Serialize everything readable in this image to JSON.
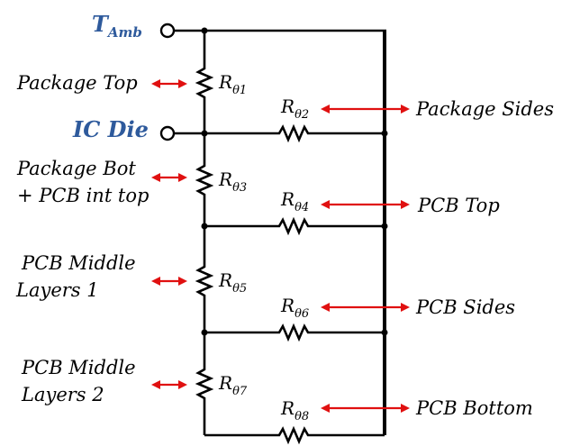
{
  "nodes": {
    "ambient": {
      "label": "T",
      "subscript": "Amb"
    },
    "ic_die": {
      "label": "IC Die"
    }
  },
  "left_labels": {
    "package_top": [
      "Package Top"
    ],
    "package_bot": [
      "Package Bot",
      "+ PCB int top"
    ],
    "pcb_middle_1": [
      "PCB Middle",
      "Layers 1"
    ],
    "pcb_middle_2": [
      "PCB Middle",
      "Layers 2"
    ]
  },
  "right_labels": {
    "package_sides": "Package Sides",
    "pcb_top": "PCB Top",
    "pcb_sides": "PCB Sides",
    "pcb_bottom": "PCB Bottom"
  },
  "resistors": {
    "r1": {
      "symbol": "R",
      "subscript": "θ1"
    },
    "r2": {
      "symbol": "R",
      "subscript": "θ2"
    },
    "r3": {
      "symbol": "R",
      "subscript": "θ3"
    },
    "r4": {
      "symbol": "R",
      "subscript": "θ4"
    },
    "r5": {
      "symbol": "R",
      "subscript": "θ5"
    },
    "r6": {
      "symbol": "R",
      "subscript": "θ6"
    },
    "r7": {
      "symbol": "R",
      "subscript": "θ7"
    },
    "r8": {
      "symbol": "R",
      "subscript": "θ8"
    }
  },
  "colors": {
    "node_label": "#2e5a9c",
    "arrow": "#e01010",
    "wire": "#000000"
  }
}
